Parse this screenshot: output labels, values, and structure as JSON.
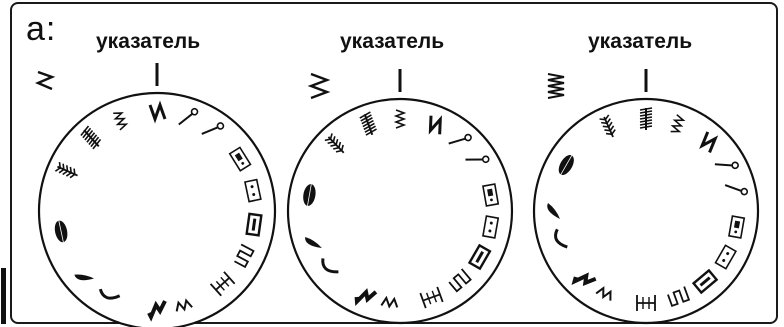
{
  "figure": {
    "panel_label": "а:",
    "dials": [
      {
        "id": "dial-1",
        "pointer_label": "указатель",
        "selected_stitch": "zigzag-small"
      },
      {
        "id": "dial-2",
        "pointer_label": "указатель",
        "selected_stitch": "zigzag-medium"
      },
      {
        "id": "dial-3",
        "pointer_label": "указатель",
        "selected_stitch": "zigzag-wide"
      }
    ],
    "icon_names": [
      "zigzag-stitch-icon",
      "overlock-stitch-icon",
      "leaf-stitch-icon",
      "buttonhole-icon",
      "blind-stitch-icon",
      "stretch-stitch-icon",
      "needle-icon"
    ],
    "colors": {
      "ink": "#111111",
      "background": "#ffffff"
    }
  }
}
